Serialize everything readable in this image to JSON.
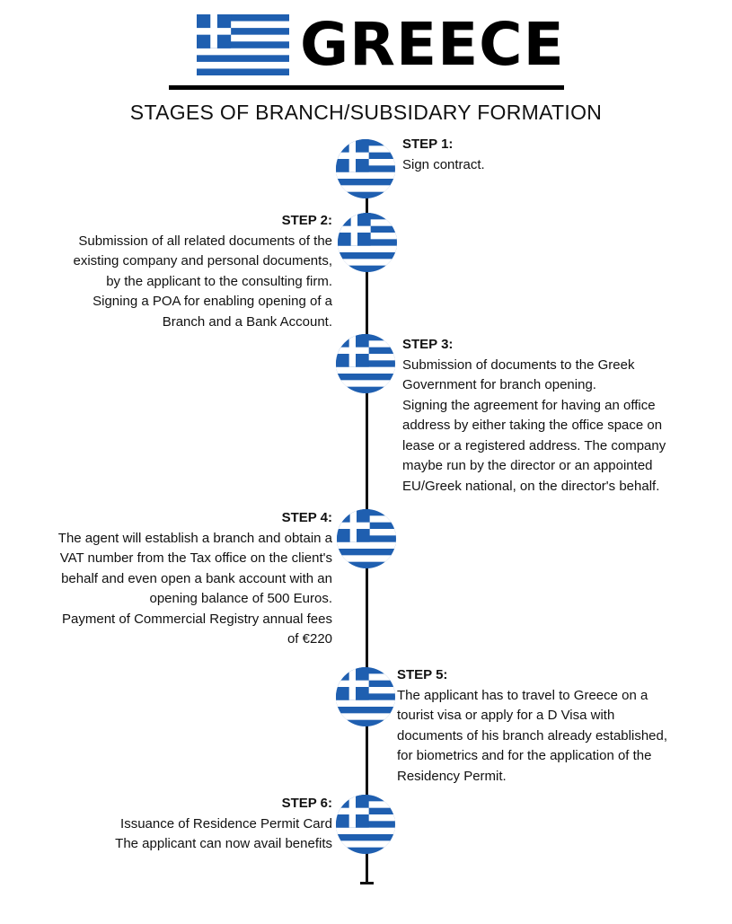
{
  "header": {
    "title": "GREECE",
    "subtitle": "STAGES OF BRANCH/SUBSIDARY FORMATION"
  },
  "colors": {
    "flag_blue": "#1f5fb0",
    "flag_white": "#ffffff",
    "line": "#111111"
  },
  "icons": {
    "header_flag": "greece-flag-icon",
    "step_marker": "greece-flag-circle-icon"
  },
  "steps": [
    {
      "label": "STEP 1:",
      "lines": [
        "Sign contract."
      ]
    },
    {
      "label": "STEP 2:",
      "lines": [
        "Submission of all related documents of the",
        "existing company and personal documents,",
        "by the applicant to the consulting firm.",
        "Signing a POA for enabling opening of a",
        "Branch and a Bank Account."
      ]
    },
    {
      "label": "STEP 3:",
      "lines": [
        "Submission of documents to the Greek",
        "Government for branch opening.",
        "Signing the agreement for having an office",
        "address by either taking the office space on",
        "lease or a registered address. The company",
        "maybe run by the director or an appointed",
        "EU/Greek national, on the director's behalf."
      ]
    },
    {
      "label": "STEP 4:",
      "lines": [
        "The agent will establish a branch and obtain a",
        "VAT number from the Tax office on the client's",
        "behalf and even open a bank account with an",
        "opening balance of 500 Euros.",
        "Payment of Commercial Registry annual fees",
        "of €220"
      ]
    },
    {
      "label": "STEP 5:",
      "lines": [
        "The applicant has to travel to Greece on a",
        "tourist visa or apply for a D Visa with",
        "documents of his branch already established,",
        "for biometrics and for the application of the",
        "Residency Permit."
      ]
    },
    {
      "label": "STEP 6:",
      "lines": [
        "Issuance of Residence Permit Card",
        "The applicant can now avail benefits"
      ]
    }
  ]
}
